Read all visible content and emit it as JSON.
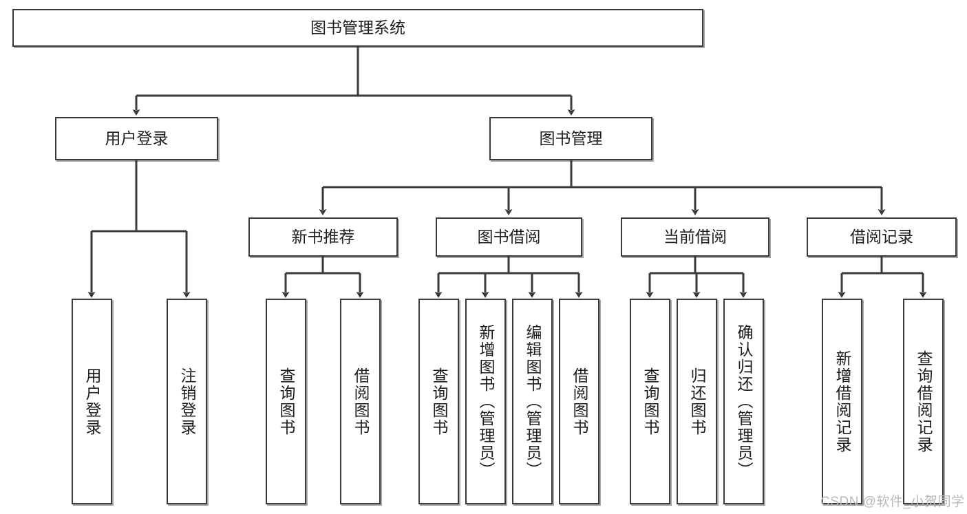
{
  "diagram": {
    "type": "hierarchy-tree",
    "title": "图书管理系统",
    "root": {
      "id": "root",
      "label": "图书管理系统"
    },
    "level1": [
      {
        "id": "user-login",
        "label": "用户登录"
      },
      {
        "id": "book-management",
        "label": "图书管理"
      }
    ],
    "level2": [
      {
        "id": "new-book-recommend",
        "label": "新书推荐",
        "parent": "book-management"
      },
      {
        "id": "book-borrow",
        "label": "图书借阅",
        "parent": "book-management"
      },
      {
        "id": "current-borrow",
        "label": "当前借阅",
        "parent": "book-management"
      },
      {
        "id": "borrow-record",
        "label": "借阅记录",
        "parent": "book-management"
      }
    ],
    "leaves": [
      {
        "id": "leaf-user-login",
        "label": "用户登录",
        "parent": "user-login"
      },
      {
        "id": "leaf-logout",
        "label": "注销登录",
        "parent": "user-login"
      },
      {
        "id": "leaf-query-book-1",
        "label": "查询图书",
        "parent": "new-book-recommend"
      },
      {
        "id": "leaf-borrow-book-1",
        "label": "借阅图书",
        "parent": "new-book-recommend"
      },
      {
        "id": "leaf-query-book-2",
        "label": "查询图书",
        "parent": "book-borrow"
      },
      {
        "id": "leaf-add-book",
        "label": "新增图书（管理员）",
        "parent": "book-borrow"
      },
      {
        "id": "leaf-edit-book",
        "label": "编辑图书（管理员）",
        "parent": "book-borrow"
      },
      {
        "id": "leaf-borrow-book-2",
        "label": "借阅图书",
        "parent": "book-borrow"
      },
      {
        "id": "leaf-query-book-3",
        "label": "查询图书",
        "parent": "current-borrow"
      },
      {
        "id": "leaf-return-book",
        "label": "归还图书",
        "parent": "current-borrow"
      },
      {
        "id": "leaf-confirm-return",
        "label": "确认归还（管理员）",
        "parent": "current-borrow"
      },
      {
        "id": "leaf-add-record",
        "label": "新增借阅记录",
        "parent": "borrow-record"
      },
      {
        "id": "leaf-query-record",
        "label": "查询借阅记录",
        "parent": "borrow-record"
      }
    ],
    "colors": {
      "box_border": "#3a3a3a",
      "box_fill": "#ffffff",
      "connector": "#3a3a3a",
      "text": "#1d1d1d",
      "watermark": "#b9b9b9"
    }
  },
  "watermark": {
    "text": "CSDN @软件_小贺同学"
  }
}
